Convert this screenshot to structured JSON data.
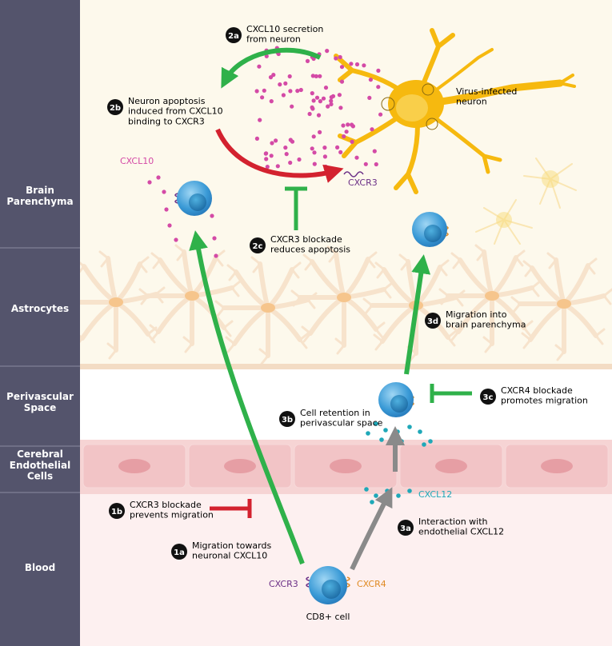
{
  "regions": {
    "brain": "Brain\nParenchyma",
    "astro": "Astrocytes",
    "peri": "Perivascular\nSpace",
    "endo": "Cerebral\nEndothelial\nCells",
    "blood": "Blood"
  },
  "steps": {
    "s1a": {
      "badge": "1a",
      "text": "Migration towards\nneuronal CXCL10"
    },
    "s1b": {
      "badge": "1b",
      "text": "CXCR3 blockade\nprevents migration"
    },
    "s2a": {
      "badge": "2a",
      "text": "CXCL10 secretion\nfrom neuron"
    },
    "s2b": {
      "badge": "2b",
      "text": "Neuron apoptosis\ninduced from CXCL10\nbinding to CXCR3"
    },
    "s2c": {
      "badge": "2c",
      "text": "CXCR3 blockade\nreduces apoptosis"
    },
    "s3a": {
      "badge": "3a",
      "text": "Interaction with\nendothelial CXCL12"
    },
    "s3b": {
      "badge": "3b",
      "text": "Cell retention in\nperivascular space"
    },
    "s3c": {
      "badge": "3c",
      "text": "CXCR4 blockade\npromotes migration"
    },
    "s3d": {
      "badge": "3d",
      "text": "Migration into\nbrain parenchyma"
    }
  },
  "labels": {
    "neuron": "Virus-infected\nneuron",
    "cxcl10": "CXCL10",
    "cxcr3_neuron": "CXCR3",
    "cxcl12": "CXCL12",
    "cxcr3_cell": "CXCR3",
    "cxcr4_cell": "CXCR4",
    "cd8": "CD8+ cell"
  },
  "colors": {
    "sidebar": "#54546c",
    "parenchyma": "#fdf9ec",
    "endothelial": "#f6d4d4",
    "blood": "#fdf0f0",
    "green_arrow": "#2fb14a",
    "red_arrow": "#d3222f",
    "gray_arrow": "#8a8a8a",
    "cxcl10_dots": "#d44aa6",
    "cxcl12_dots": "#1fa8b8",
    "neuron": "#f6b90f",
    "cell": "#3a9ad6",
    "cxcr3": "#6b2f86",
    "cxcr4": "#e08a23"
  }
}
